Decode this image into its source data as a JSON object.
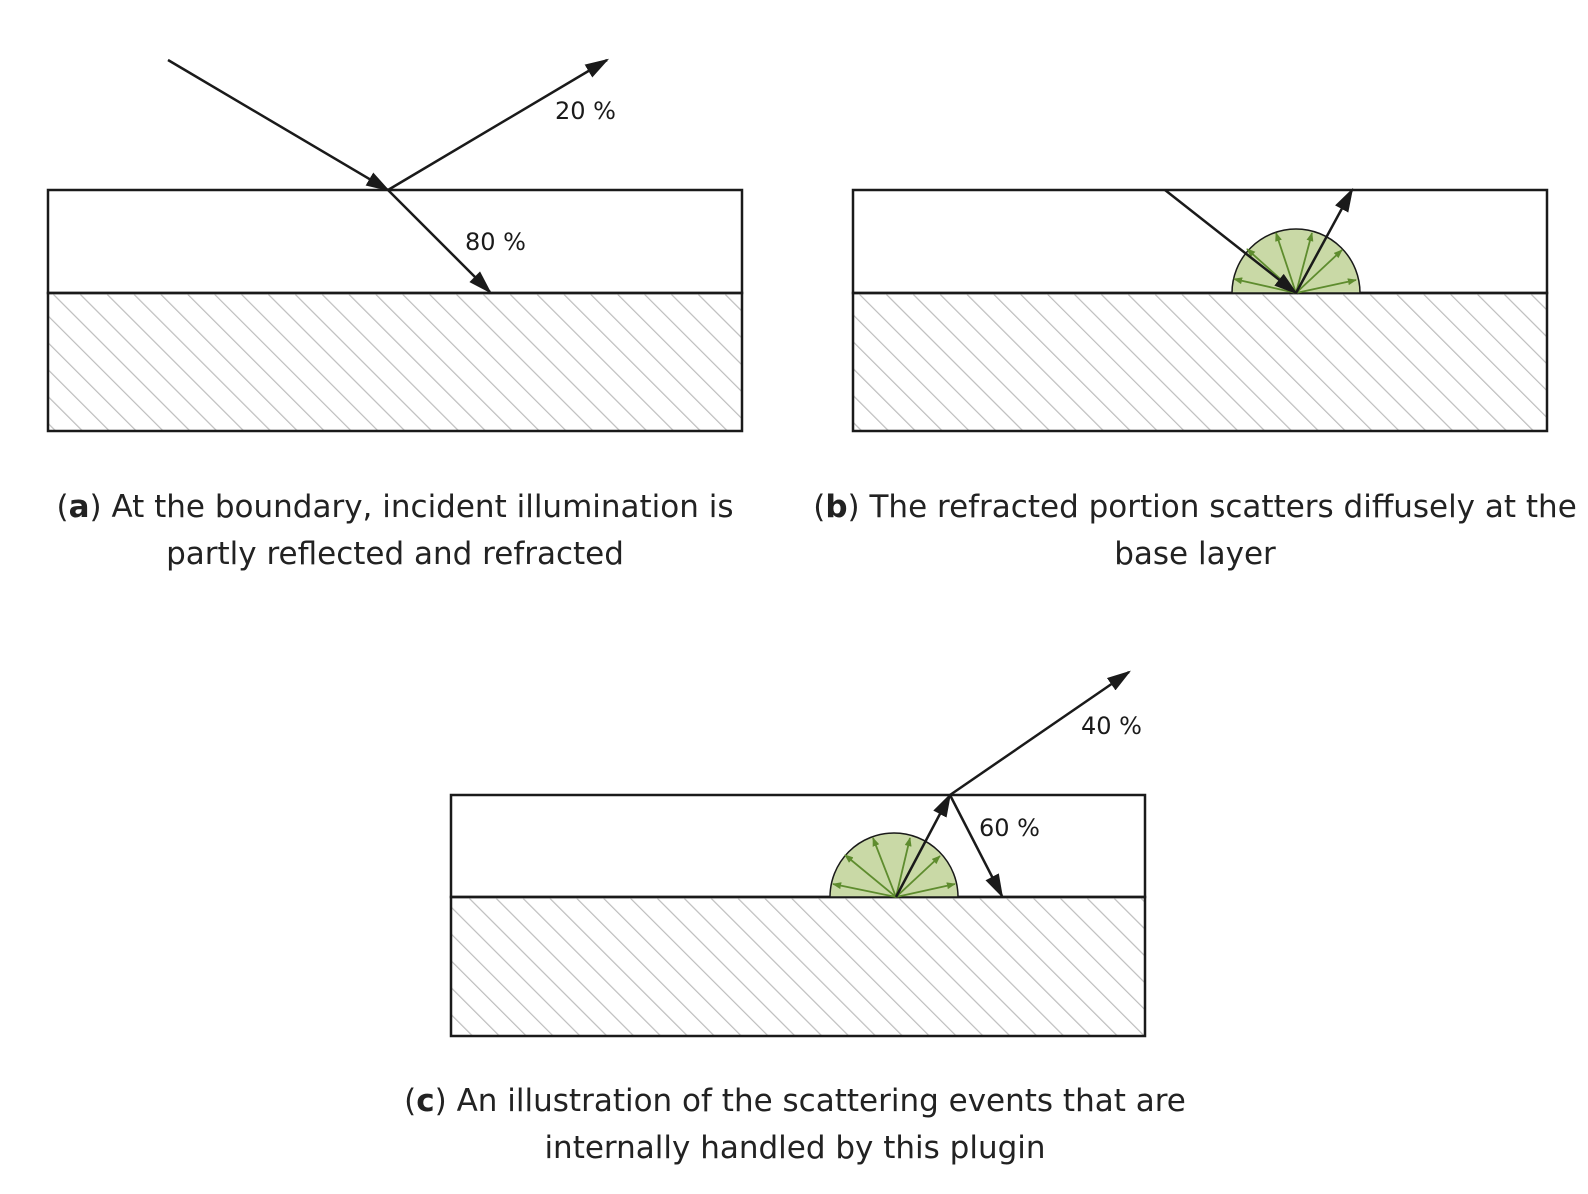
{
  "labels": {
    "a_reflected": "20 %",
    "a_refracted": "80 %",
    "c_transmitted": "40 %",
    "c_reflected": "60 %"
  },
  "captions": {
    "a": {
      "letter": "a",
      "text": "At the boundary, incident illumination is partly reflected and refracted"
    },
    "b": {
      "letter": "b",
      "text": "The refracted portion scatters diffusely at the base layer"
    },
    "c": {
      "letter": "c",
      "text": "An illustration of the scattering events that are internally handled by this plugin"
    }
  },
  "colors": {
    "line": "#1a1a1a",
    "hatch": "#bdbdbd",
    "lobe_fill": "#c9d9a6",
    "lobe_arrow": "#5e8c2e"
  }
}
